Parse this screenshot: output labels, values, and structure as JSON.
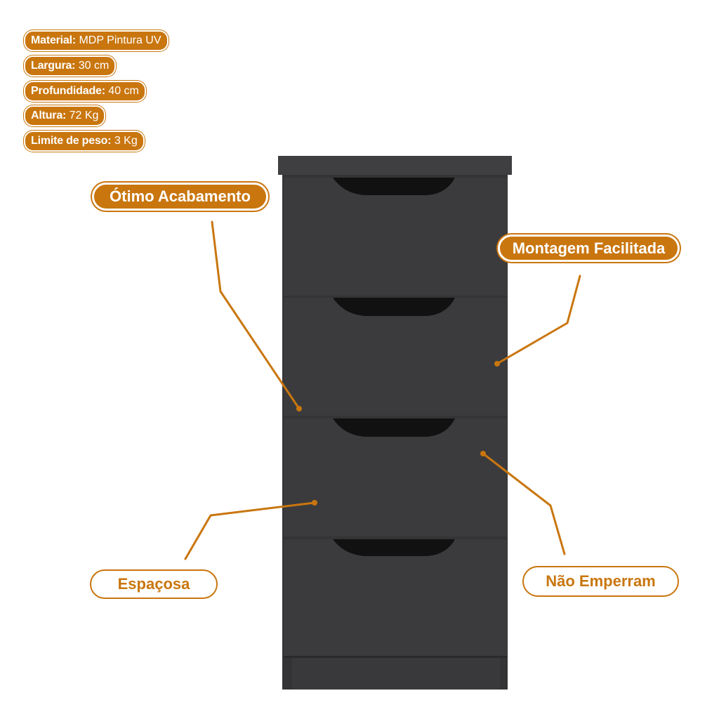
{
  "specs": {
    "material_key": "Material:",
    "material_val": "MDP Pintura UV",
    "largura_key": "Largura:",
    "largura_val": "30 cm",
    "profundidade_key": "Profundidade:",
    "profundidade_val": "40 cm",
    "altura_key": "Altura:",
    "altura_val": "72 Kg",
    "limite_key": "Limite de peso:",
    "limite_val": "3 Kg"
  },
  "callouts": {
    "acabamento": "Ótimo Acabamento",
    "montagem": "Montagem Facilitada",
    "espacosa": "Espaçosa",
    "nao_emperram": "Não Emperram"
  },
  "icon": "dresser-4-drawers-icon",
  "colors": {
    "accent": "#c9760f",
    "furniture": "#3b3b3d",
    "handle": "#111111"
  }
}
